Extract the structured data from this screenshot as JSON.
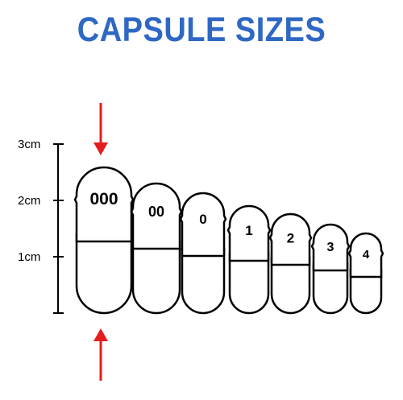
{
  "title": "CAPSULE SIZES",
  "colors": {
    "title": "#2f68c4",
    "arrow": "#e41e1e",
    "outline": "#000000",
    "background": "#ffffff"
  },
  "ruler": {
    "marks": [
      {
        "label": "3cm",
        "value": 3
      },
      {
        "label": "2cm",
        "value": 2
      },
      {
        "label": "1cm",
        "value": 1
      }
    ]
  },
  "capsules": [
    {
      "label": "000"
    },
    {
      "label": "00"
    },
    {
      "label": "0"
    },
    {
      "label": "1"
    },
    {
      "label": "2"
    },
    {
      "label": "3"
    },
    {
      "label": "4"
    }
  ]
}
